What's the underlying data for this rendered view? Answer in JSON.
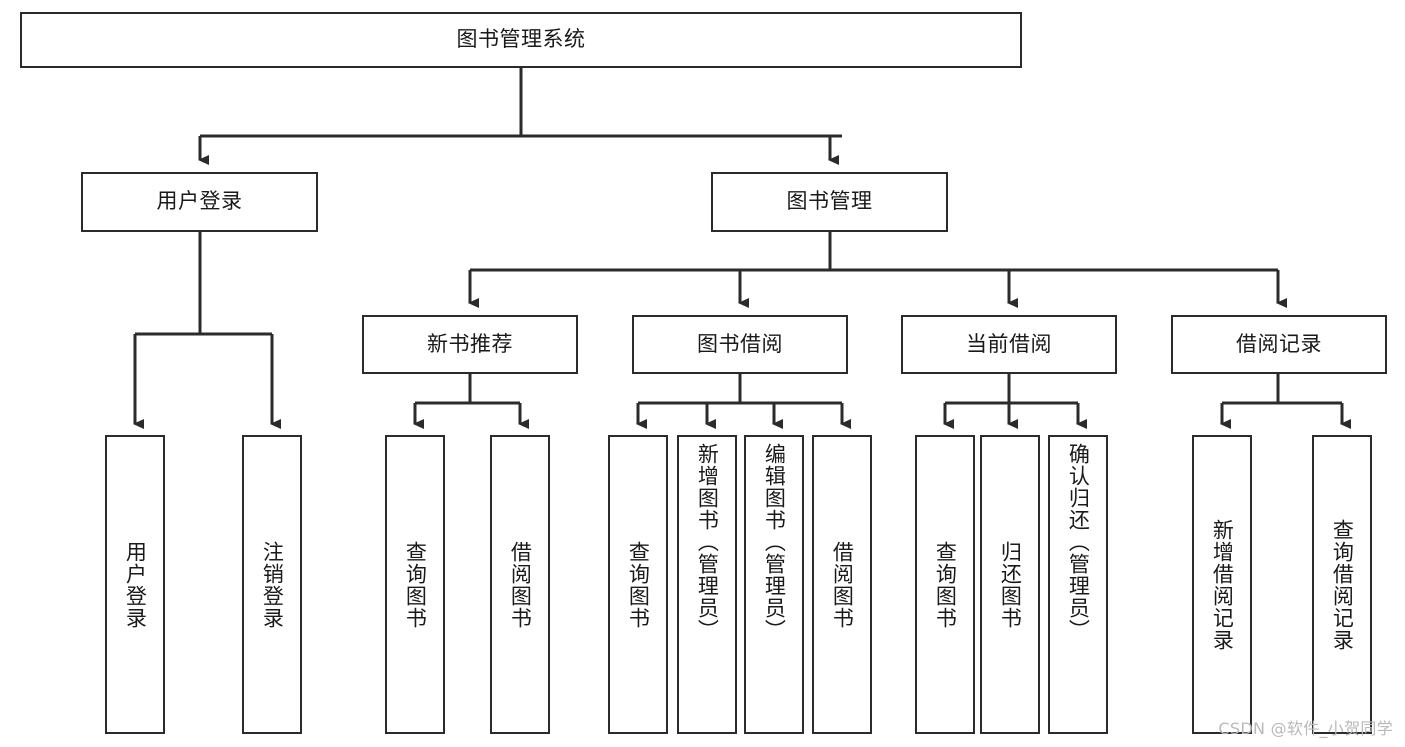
{
  "diagram": {
    "type": "tree-hierarchy-chart",
    "title": "图书管理系统",
    "watermark": "CSDN @软件_小贺同学",
    "colors": {
      "stroke": "#2b2b2b",
      "fill": "#ffffff",
      "text": "#1a1a1a",
      "watermark": "#b9b9b9"
    },
    "levels": {
      "root": "图书管理系统",
      "level2": [
        "用户登录",
        "图书管理"
      ],
      "level3": [
        "新书推荐",
        "图书借阅",
        "当前借阅",
        "借阅记录"
      ]
    },
    "nodes": {
      "root": {
        "label": "图书管理系统"
      },
      "user_login": {
        "label": "用户登录"
      },
      "book_manage": {
        "label": "图书管理"
      },
      "new_book_rec": {
        "label": "新书推荐"
      },
      "book_borrow": {
        "label": "图书借阅"
      },
      "current_borrow": {
        "label": "当前借阅"
      },
      "borrow_record": {
        "label": "借阅记录"
      }
    },
    "leaves": {
      "user_login": [
        {
          "label": "用户登录"
        },
        {
          "label": "注销登录"
        }
      ],
      "new_book_rec": [
        {
          "label": "查询图书"
        },
        {
          "label": "借阅图书"
        }
      ],
      "book_borrow": [
        {
          "label": "查询图书"
        },
        {
          "label": "新增图书（管理员）"
        },
        {
          "label": "编辑图书（管理员）"
        },
        {
          "label": "借阅图书"
        }
      ],
      "current_borrow": [
        {
          "label": "查询图书"
        },
        {
          "label": "归还图书"
        },
        {
          "label": "确认归还（管理员）"
        }
      ],
      "borrow_record": [
        {
          "label": "新增借阅记录"
        },
        {
          "label": "查询借阅记录"
        }
      ]
    }
  }
}
